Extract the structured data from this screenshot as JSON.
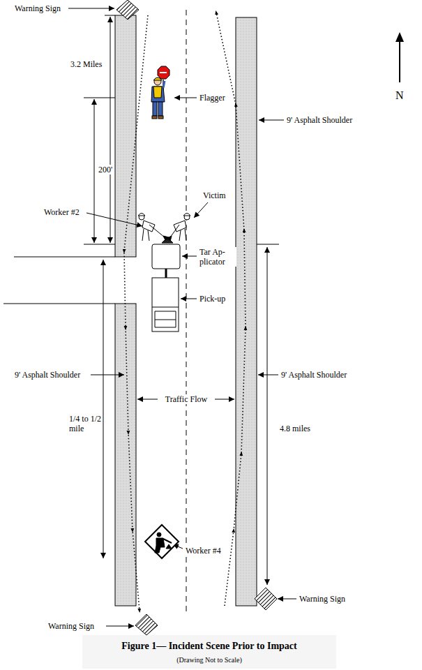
{
  "diagram": {
    "caption": "Figure 1— Incident Scene Prior to Impact",
    "labels": [
      "Warning Sign",
      "3.2 Miles",
      "Flagger",
      "9' Asphalt Shoulder",
      "200'",
      "Victim",
      "Worker #2",
      "Tar Ap- plicator",
      "Pick-up",
      "9' Asphalt Shoulder",
      "Traffic Flow",
      "9' Asphalt Shoulder",
      "1/4 to 1/2 mile",
      "4.8 miles",
      "Worker #4",
      "Warning Sign",
      "Warning Sign",
      "N",
      "(Drawing Not to Scale)"
    ]
  }
}
